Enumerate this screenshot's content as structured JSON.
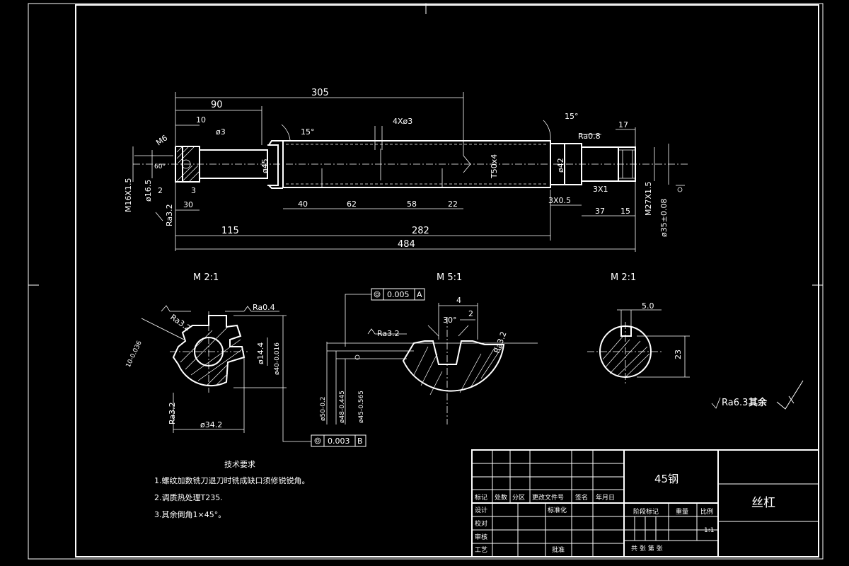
{
  "dims": {
    "d305": "305",
    "d90": "90",
    "d10": "10",
    "phi3": "ø3",
    "m6": "M6",
    "a60": "60°",
    "a15l": "15°",
    "a15r": "15°",
    "holes": "4Xø3",
    "ra08": "Ra0.8",
    "d17": "17",
    "m16": "M16X1.5",
    "phi165": "ø16.5",
    "d2": "2",
    "d3": "3",
    "d30": "30",
    "ra32a": "Ra3.2",
    "phi45": "ø45",
    "t50": "T50x4",
    "phi42": "ø42",
    "d3x1": "3X1",
    "m27": "M27X1.5",
    "phi35": "ø35±0.08",
    "d40": "40",
    "d62": "62",
    "d58": "58",
    "d22": "22",
    "d3x05": "3X0.5",
    "d37": "37",
    "d15": "15",
    "d115": "115",
    "d282": "282",
    "d484": "484"
  },
  "views": {
    "scale_a": "M 2:1",
    "scale_b": "M 5:1",
    "scale_c": "M 2:1"
  },
  "detail_a": {
    "tol": "10-0.036",
    "ra32": "Ra3.2",
    "ra04": "Ra0.4",
    "phi144": "ø14.4",
    "phi40": "ø40-0.016",
    "ra32b": "Ra3.2",
    "phi342": "ø34.2"
  },
  "detail_b": {
    "fcf1_val": "0.005",
    "fcf1_ref": "A",
    "ra32": "Ra3.2",
    "d4": "4",
    "a30": "30°",
    "d2": "2",
    "ra32r": "Ra3.2",
    "phi50": "ø50-0.2",
    "phi48": "ø48-0.445",
    "phi45": "ø45-0.565",
    "fcf2_val": "0.003",
    "fcf2_ref": "B"
  },
  "detail_c": {
    "d50": "5.0",
    "d23": "23"
  },
  "roughness_note": {
    "ra": "Ra6.3",
    "label": "其余"
  },
  "tech_req": {
    "title": "技术要求",
    "items": [
      "1.螺纹加数铣刀退刀时铣成缺口须修锐锐角。",
      "2.调质热处理T235.",
      "3.其余倒角1×45°。"
    ]
  },
  "title_block": {
    "material": "45钢",
    "part_name": "丝杠",
    "cols": [
      "标记",
      "处数",
      "分区",
      "更改文件号",
      "签名",
      "年月日"
    ],
    "rows": [
      "设计",
      "校对",
      "审核",
      "工艺"
    ],
    "std": "标准化",
    "approve": "批准",
    "stage": "阶段标记",
    "weight": "重量",
    "scale_label": "比例",
    "scale_value": "1:1",
    "sheets": "共    张    第    张"
  }
}
